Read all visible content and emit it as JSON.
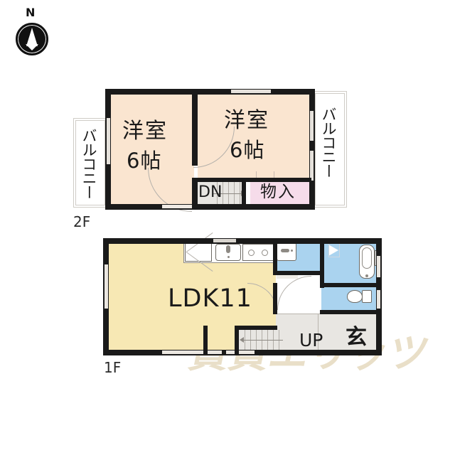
{
  "compass": {
    "north_label": "N",
    "icon": "compass-north-arrow"
  },
  "watermark": {
    "text": "賃貸エリッツ"
  },
  "floors": [
    {
      "id": "2F",
      "label": "2F",
      "rooms": [
        {
          "name": "western-room-left",
          "label": "洋室",
          "size": "6帖",
          "color": "#fae5d0"
        },
        {
          "name": "western-room-right",
          "label": "洋室",
          "size": "6帖",
          "color": "#fae5d0"
        },
        {
          "name": "closet",
          "label": "物入",
          "size": "",
          "color": "#f6dcea"
        },
        {
          "name": "stairs-down",
          "label": "DN",
          "size": "",
          "color": "#e8e6e2"
        },
        {
          "name": "balcony-left",
          "label": "バルコニー",
          "size": "",
          "color": "#ffffff"
        },
        {
          "name": "balcony-right",
          "label": "バルコニー",
          "size": "",
          "color": "#ffffff"
        }
      ]
    },
    {
      "id": "1F",
      "label": "1F",
      "rooms": [
        {
          "name": "ldk",
          "label": "LDK11",
          "size": "",
          "color": "#f7e8b4"
        },
        {
          "name": "bathroom",
          "label": "",
          "size": "",
          "color": "#aad3ef"
        },
        {
          "name": "toilet",
          "label": "",
          "size": "",
          "color": "#aad3ef"
        },
        {
          "name": "washroom",
          "label": "",
          "size": "",
          "color": "#aad3ef"
        },
        {
          "name": "stairs-up",
          "label": "UP",
          "size": "",
          "color": "#e8e6e2"
        },
        {
          "name": "entrance",
          "label": "玄",
          "size": "",
          "color": "#e8e6e2"
        }
      ]
    }
  ],
  "fixtures": {
    "kitchen_sink": "sink-icon",
    "stove": "stove-two-burner-icon",
    "vanity": "washbasin-icon",
    "bathtub": "bathtub-icon",
    "toilet": "toilet-icon",
    "window": "window-icon"
  },
  "colors": {
    "wall": "#1a1a1a",
    "tatami_room": "#fae5d0",
    "ldk": "#f7e8b4",
    "water_area": "#aad3ef",
    "closet": "#f6dcea",
    "corridor": "#e8e6e2",
    "balcony": "#ffffff",
    "watermark": "#eadfc6"
  },
  "labels": {
    "floor_2f": "2F",
    "floor_1f": "1F",
    "dn": "DN",
    "up": "UP",
    "ldk": "LDK11",
    "closet": "物入",
    "entrance": "玄",
    "balcony": "バルコニー",
    "room": "洋室",
    "room_size": "6帖",
    "north": "N"
  }
}
